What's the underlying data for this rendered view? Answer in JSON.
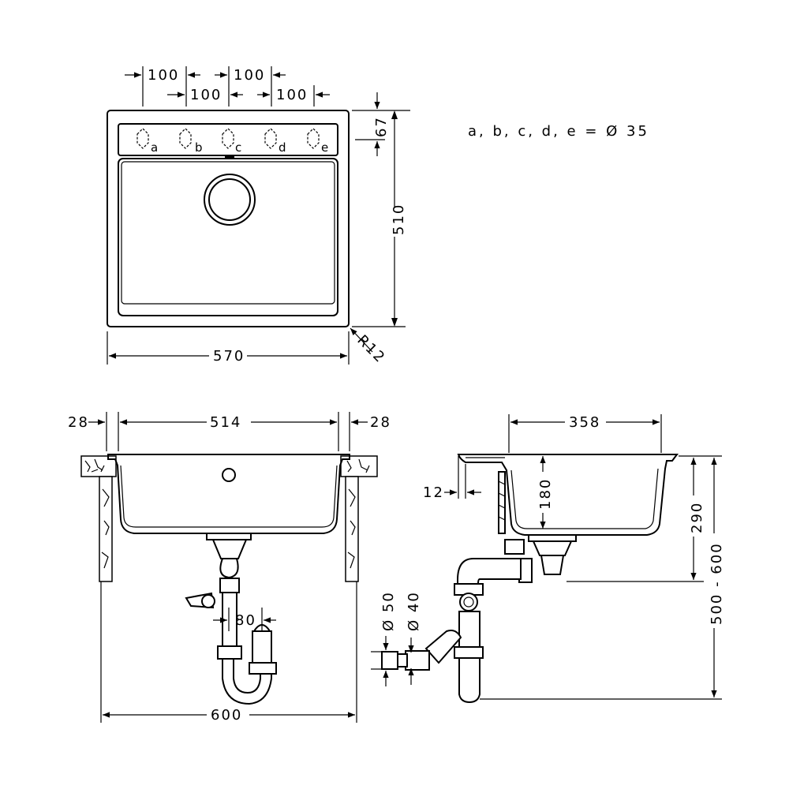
{
  "top_view": {
    "hole_spacing_1": "100",
    "hole_spacing_2": "100",
    "hole_spacing_3": "100",
    "hole_spacing_4": "100",
    "tap_ledge_depth": "67",
    "depth": "510",
    "width": "570",
    "corner_radius": "R12",
    "holes": [
      "a",
      "b",
      "c",
      "d",
      "e"
    ]
  },
  "note": "a, b, c, d, e = Ø 35",
  "front_view": {
    "left_counter": "28",
    "bowl_width": "514",
    "right_counter": "28",
    "outlet_offset": "80",
    "cabinet_width": "600"
  },
  "side_view": {
    "bowl_length": "358",
    "lip": "12",
    "bowl_depth": "180",
    "drain_height": "290",
    "install_height": "500 - 600",
    "pipe_50": "Ø 50",
    "pipe_40": "Ø 40"
  }
}
